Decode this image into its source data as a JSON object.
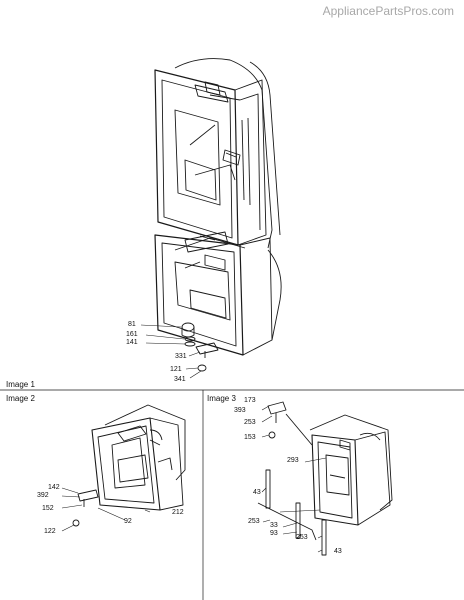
{
  "watermark": "AppliancePartsPros.com",
  "sections": {
    "image1": "Image 1",
    "image2": "Image 2",
    "image3": "Image 3"
  },
  "callouts": {
    "c81": "81",
    "c161": "161",
    "c141": "141",
    "c331": "331",
    "c121": "121",
    "c341": "341",
    "c142": "142",
    "c392": "392",
    "c152": "152",
    "c122": "122",
    "c92": "92",
    "c212": "212",
    "c173": "173",
    "c393": "393",
    "c253a": "253",
    "c153": "153",
    "c293": "293",
    "c43a": "43",
    "c253b": "253",
    "c33": "33",
    "c93": "93",
    "c253c": "253",
    "c43b": "43"
  },
  "colors": {
    "line": "#1a1a1a",
    "watermark": "#a8a8a8"
  }
}
